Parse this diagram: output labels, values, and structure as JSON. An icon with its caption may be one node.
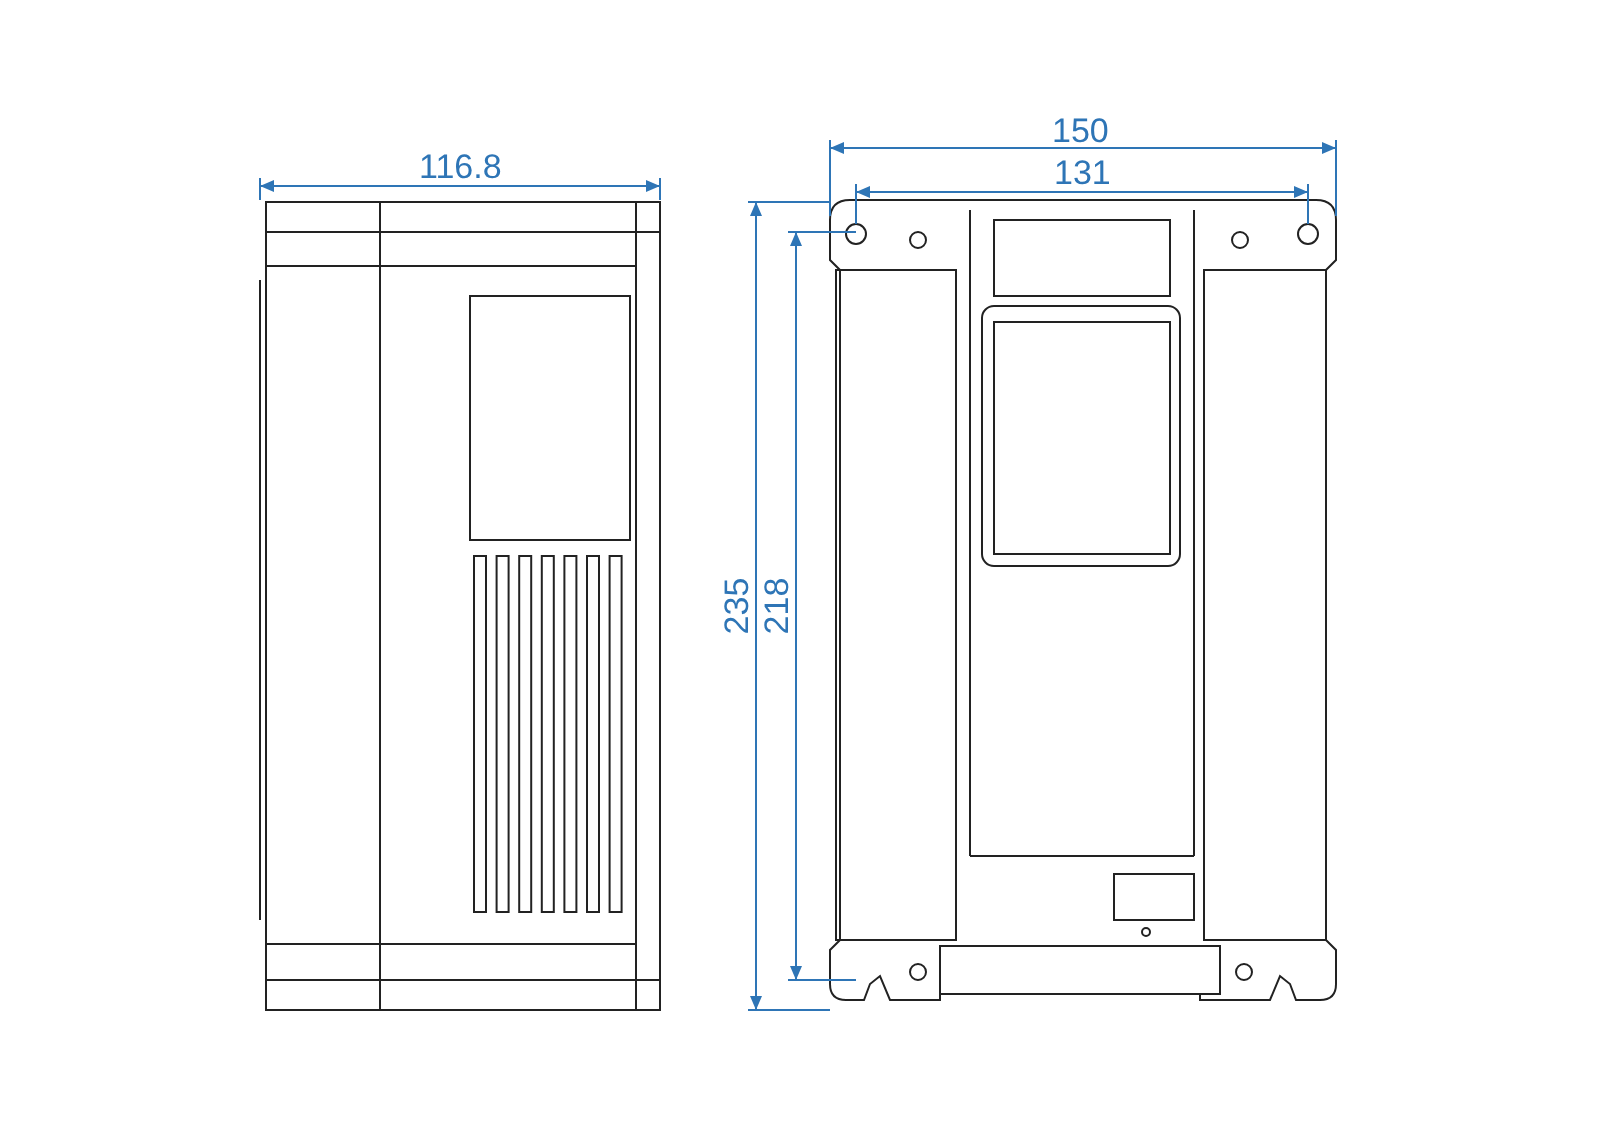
{
  "diagram": {
    "labels": [
      "116.8",
      "150",
      "131",
      "235",
      "218"
    ]
  }
}
